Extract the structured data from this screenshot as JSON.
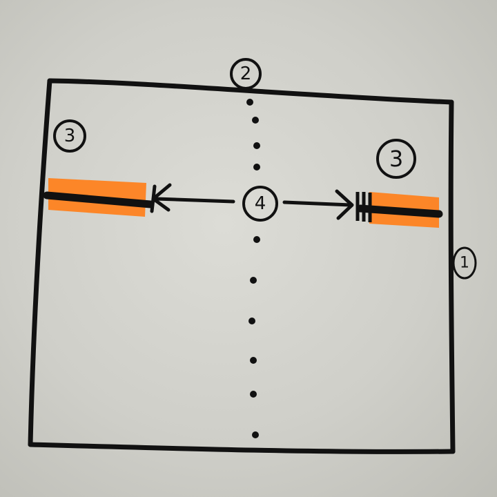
{
  "labels": {
    "top": "2",
    "left_upper": "3",
    "right_upper": "3",
    "center": "4",
    "right_edge": "1"
  },
  "colors": {
    "ink": "#111111",
    "highlight": "#ff7f1a",
    "paper": "#d6d6d0"
  }
}
